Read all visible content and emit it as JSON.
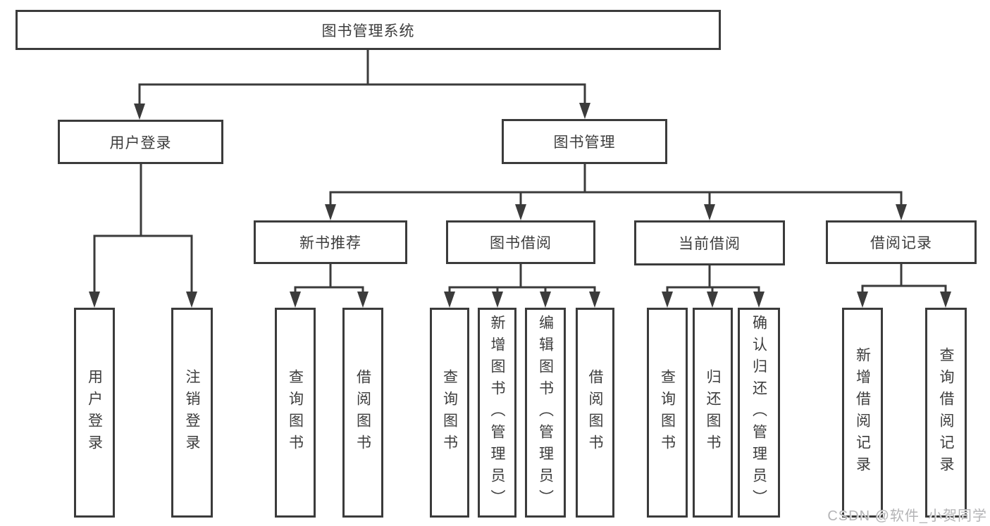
{
  "tree": {
    "label": "图书管理系统",
    "children": [
      {
        "label": "用户登录",
        "children": [
          {
            "label": "用户登录"
          },
          {
            "label": "注销登录"
          }
        ]
      },
      {
        "label": "图书管理",
        "children": [
          {
            "label": "新书推荐",
            "children": [
              {
                "label": "查询图书"
              },
              {
                "label": "借阅图书"
              }
            ]
          },
          {
            "label": "图书借阅",
            "children": [
              {
                "label": "查询图书"
              },
              {
                "label": "新增图书（管理员）"
              },
              {
                "label": "编辑图书（管理员）"
              },
              {
                "label": "借阅图书"
              }
            ]
          },
          {
            "label": "当前借阅",
            "children": [
              {
                "label": "查询图书"
              },
              {
                "label": "归还图书"
              },
              {
                "label": "确认归还（管理员）"
              }
            ]
          },
          {
            "label": "借阅记录",
            "children": [
              {
                "label": "新增借阅记录"
              },
              {
                "label": "查询借阅记录"
              }
            ]
          }
        ]
      }
    ]
  },
  "watermark": {
    "text": "CSDN @软件_小贺同学"
  },
  "colors": {
    "line": "#3b3b3b",
    "text": "#3d3d3d",
    "watermark": "#b4b4b6",
    "background": "#ffffff"
  }
}
